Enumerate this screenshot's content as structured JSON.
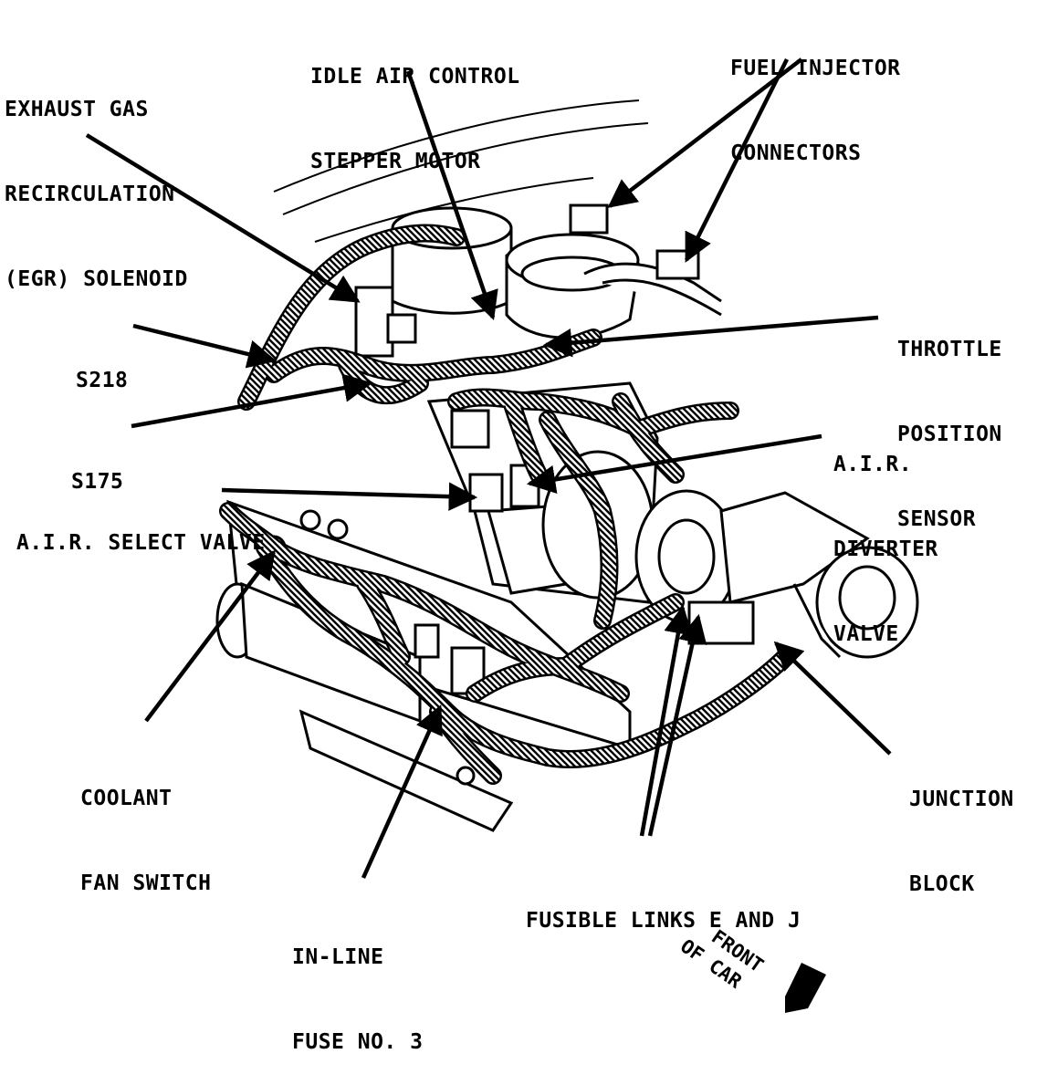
{
  "labels": {
    "egr": [
      "EXHAUST GAS",
      "RECIRCULATION",
      "(EGR) SOLENOID"
    ],
    "iac": [
      "IDLE AIR CONTROL",
      "STEPPER MOTOR"
    ],
    "fuel_injector": [
      "FUEL INJECTOR",
      "CONNECTORS"
    ],
    "tps": [
      "THROTTLE",
      "POSITION",
      "SENSOR"
    ],
    "s218": "S218",
    "s175": "S175",
    "air_diverter": [
      "A.I.R.",
      "DIVERTER",
      "VALVE"
    ],
    "air_select": "A.I.R. SELECT VALVE",
    "coolant_fan": [
      "COOLANT",
      "FAN SWITCH"
    ],
    "junction_block": [
      "JUNCTION",
      "BLOCK"
    ],
    "fusible_links": "FUSIBLE LINKS E AND J",
    "inline_fuse": [
      "IN-LINE",
      "FUSE NO. 3"
    ],
    "front_of_car": [
      "FRONT",
      "OF CAR"
    ]
  },
  "colors": {
    "ink": "#000000",
    "paper": "#ffffff"
  }
}
